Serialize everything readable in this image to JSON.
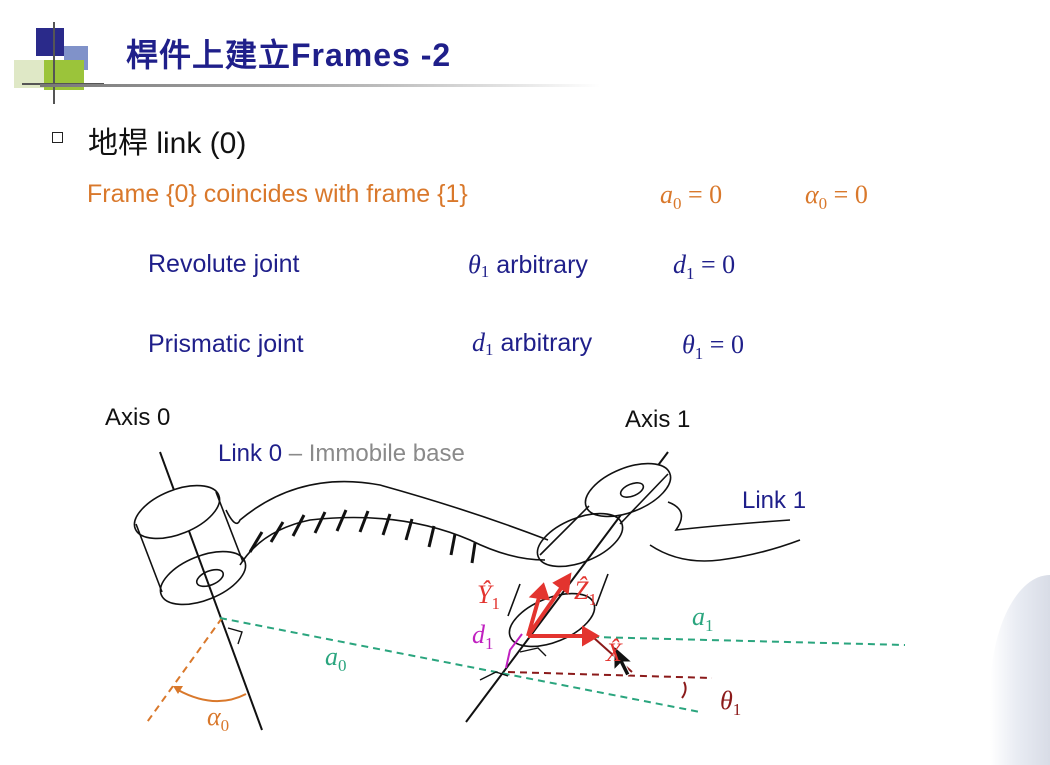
{
  "header": {
    "title": "桿件上建立Frames -2"
  },
  "bullet": {
    "text": "地桿 link (0)"
  },
  "frame_statement": {
    "text": "Frame {0} coincides with frame {1}",
    "a_sym": "a",
    "a_sub": "0",
    "a_val": " = 0",
    "alpha_sym": "α",
    "alpha_sub": "0",
    "alpha_val": " = 0"
  },
  "revolute": {
    "label": "Revolute joint",
    "theta_sym": "θ",
    "theta_sub": "1",
    "theta_note": " arbitrary",
    "d_sym": "d",
    "d_sub": "1",
    "d_val": " = 0"
  },
  "prismatic": {
    "label": "Prismatic joint",
    "d_sym": "d",
    "d_sub": "1",
    "d_note": " arbitrary",
    "theta_sym": "θ",
    "theta_sub": "1",
    "theta_val": " = 0"
  },
  "diagram": {
    "axis0": "Axis 0",
    "axis1": "Axis 1",
    "link0_name": "Link 0",
    "link0_dash": " – ",
    "link0_desc": "Immobile base",
    "link1": "Link 1",
    "Y_hat": "Ŷ",
    "Y_sub": "1",
    "Z_hat": "Ẑ",
    "Z_sub": "1",
    "X_hat": "X̂",
    "d_sym": "d",
    "d_sub": "1",
    "a0_sym": "a",
    "a0_sub": "0",
    "a1_sym": "a",
    "a1_sub": "1",
    "alpha0_sym": "α",
    "alpha0_sub": "0",
    "theta1_sym": "θ",
    "theta1_sub": "1"
  },
  "colors": {
    "title_navy": "#1f1f8a",
    "orange": "#d9782b",
    "red_frame": "#e3342f",
    "green_dash": "#2aa57e",
    "magenta_d": "#c020c0",
    "dark_red": "#8b1a1a"
  }
}
